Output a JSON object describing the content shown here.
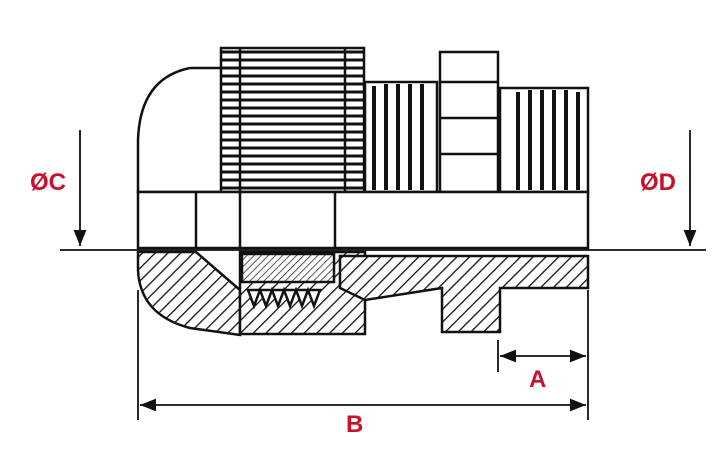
{
  "labels": {
    "diameter_c": "ØC",
    "diameter_d": "ØD",
    "length_a": "A",
    "length_b": "B"
  },
  "colors": {
    "label": "#c8102e",
    "line": "#111111",
    "background": "#ffffff"
  }
}
